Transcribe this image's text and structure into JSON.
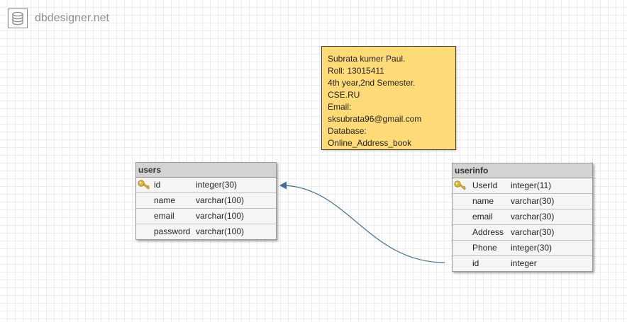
{
  "app": {
    "logo_text": "dbdesigner.net"
  },
  "note": {
    "lines": [
      "Subrata  kumer  Paul.",
      "Roll:  13015411",
      "4th  year,2nd  Semester.",
      "CSE.RU",
      "Email:",
      "sksubrata96@gmail.com",
      "Database:",
      "Online_Address_book"
    ]
  },
  "tables": {
    "users": {
      "name": "users",
      "columns": [
        {
          "name": "id",
          "type": "integer(30)",
          "primary_key": true
        },
        {
          "name": "name",
          "type": "varchar(100)"
        },
        {
          "name": "email",
          "type": "varchar(100)"
        },
        {
          "name": "password",
          "type": "varchar(100)"
        }
      ]
    },
    "userinfo": {
      "name": "userinfo",
      "columns": [
        {
          "name": "UserId",
          "type": "integer(11)",
          "primary_key": true
        },
        {
          "name": "name",
          "type": "varchar(30)"
        },
        {
          "name": "email",
          "type": "varchar(30)"
        },
        {
          "name": "Address",
          "type": "varchar(30)"
        },
        {
          "name": "Phone",
          "type": "integer(30)"
        },
        {
          "name": "id",
          "type": "integer"
        }
      ]
    }
  },
  "relation": {
    "from": "userinfo.id",
    "to": "users.id"
  },
  "colors": {
    "note_bg": "#ffdb78",
    "relation_line": "#3f6f98",
    "header_bg": "#d3d3d3",
    "key_icon": "#e3b73a"
  }
}
